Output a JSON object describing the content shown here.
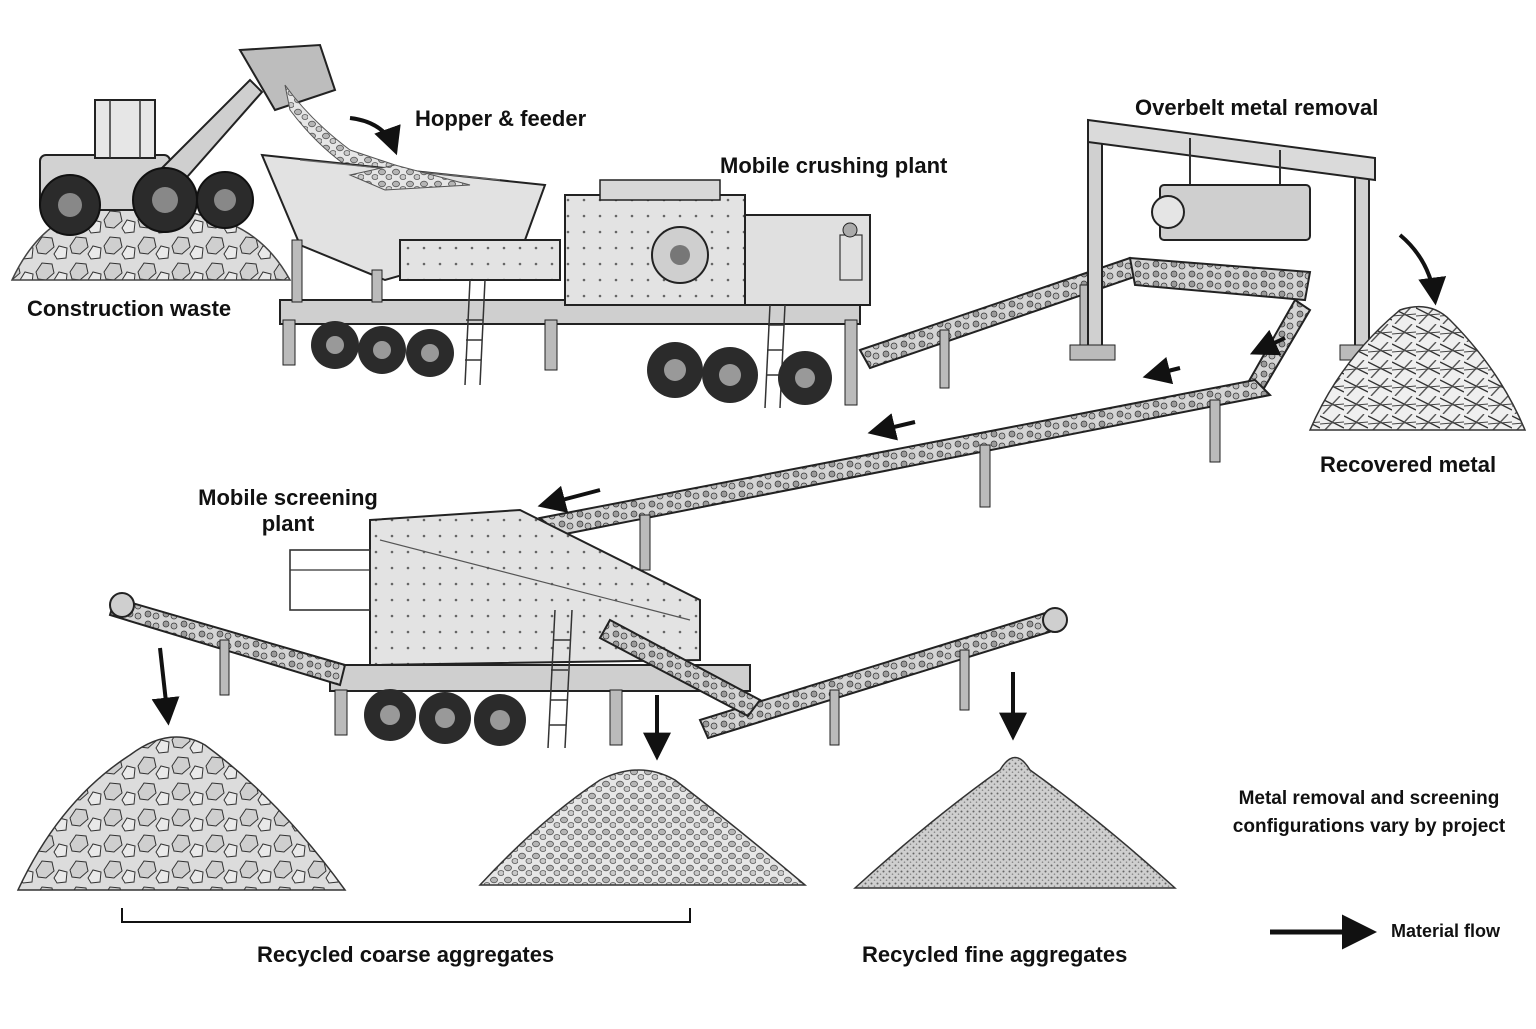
{
  "labels": {
    "construction_waste": "Construction waste",
    "hopper_feeder": "Hopper & feeder",
    "mobile_crushing_plant": "Mobile crushing plant",
    "overbelt_metal_removal": "Overbelt metal removal",
    "recovered_metal": "Recovered metal",
    "mobile_screening_plant_line1": "Mobile screening",
    "mobile_screening_plant_line2": "plant",
    "recycled_coarse_aggregates": "Recycled coarse aggregates",
    "recycled_fine_aggregates": "Recycled fine aggregates"
  },
  "note": {
    "line1": "Metal removal and screening",
    "line2": "configurations vary by project"
  },
  "legend": {
    "material_flow": "Material flow"
  },
  "colors": {
    "ink": "#111111",
    "steel": "#d9d9d9",
    "steel_dark": "#7a7a7a",
    "tire": "#2b2b2b",
    "rubble": "#bdbdbd"
  }
}
